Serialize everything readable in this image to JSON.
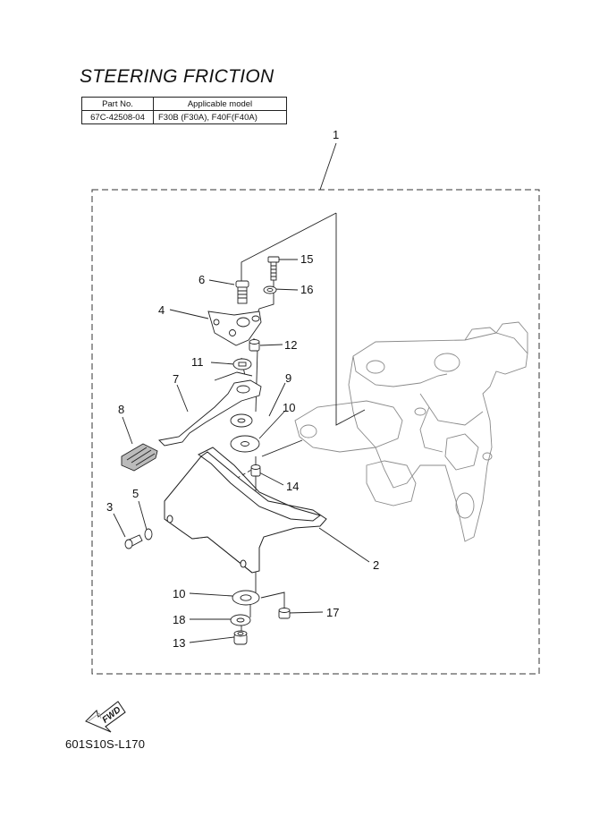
{
  "title": "STEERING FRICTION",
  "parts_table": {
    "headers": [
      "Part No.",
      "Applicable model"
    ],
    "rows": [
      [
        "67C-42508-04",
        "F30B (F30A), F40F(F40A)"
      ]
    ]
  },
  "callouts": [
    "1",
    "2",
    "3",
    "4",
    "5",
    "6",
    "7",
    "8",
    "9",
    "10",
    "10",
    "11",
    "12",
    "13",
    "14",
    "15",
    "16",
    "17",
    "18"
  ],
  "fwd_label": "FWD",
  "illustration_code": "601S10S-L170",
  "colors": {
    "line": "#222222",
    "ghost": "#888888"
  }
}
